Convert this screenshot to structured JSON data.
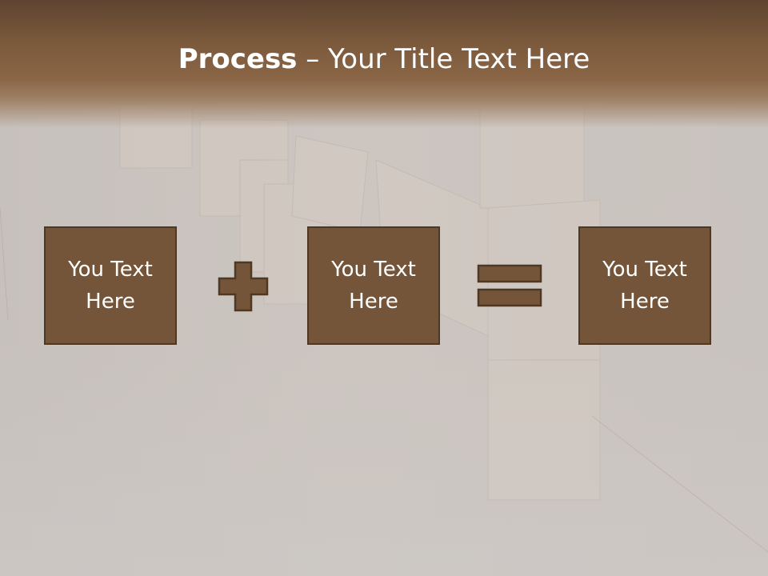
{
  "slide": {
    "title_bold": "Process",
    "title_rest": " – Your Title Text Here"
  },
  "process": {
    "items": [
      {
        "line1": "You Text",
        "line2": "Here"
      },
      {
        "line1": "You Text",
        "line2": "Here"
      },
      {
        "line1": "You Text",
        "line2": "Here"
      }
    ],
    "operators": [
      "plus-icon",
      "equals-icon"
    ]
  },
  "colors": {
    "header": "#7c5a3c",
    "tile_fill": "#745539",
    "tile_border": "#4f3823",
    "background": "#c9c3bf"
  }
}
